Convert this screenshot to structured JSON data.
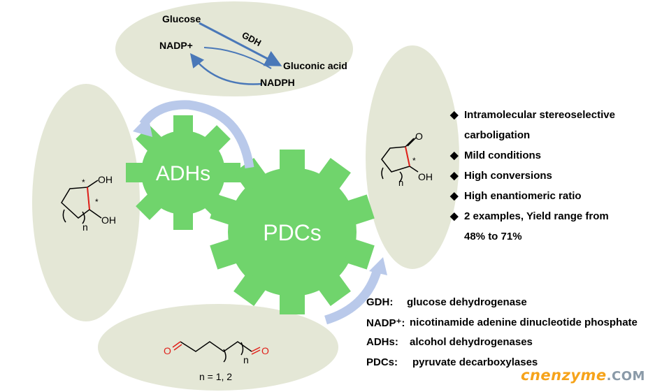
{
  "cycle": {
    "glucose": "Glucose",
    "gdh": "GDH",
    "nadp_plus": "NADP+",
    "gluconic_acid": "Gluconic acid",
    "nadph": "NADPH"
  },
  "gears": {
    "small": "ADHs",
    "large": "PDCs"
  },
  "diol": {
    "oh_top": "OH",
    "oh_bottom": "OH",
    "star_1": "*",
    "star_2": "*",
    "n": "n"
  },
  "ketone": {
    "o": "O",
    "oh": "OH",
    "star": "*",
    "n": "n"
  },
  "dialdehyde": {
    "o_left": "O",
    "o_right": "O",
    "n": "n",
    "caption": "n = 1, 2"
  },
  "features": [
    {
      "bullet": "◆",
      "text": "Intramolecular stereoselective"
    },
    {
      "bullet": "",
      "text": "carboligation"
    },
    {
      "bullet": "◆",
      "text": "Mild conditions"
    },
    {
      "bullet": "◆",
      "text": "High conversions"
    },
    {
      "bullet": "◆",
      "text": "High enantiomeric ratio"
    },
    {
      "bullet": "◆",
      "text": "2 examples, Yield range from"
    },
    {
      "bullet": "",
      "text": "48% to 71%"
    }
  ],
  "abbreviations": [
    {
      "key": "GDH:",
      "value": "glucose dehydrogenase"
    },
    {
      "key": "NADP⁺:",
      "value": "nicotinamide adenine dinucleotide phosphate"
    },
    {
      "key": "ADHs:",
      "value": "alcohol dehydrogenases"
    },
    {
      "key": "PDCs:",
      "value": "pyruvate decarboxylases"
    }
  ],
  "watermark": {
    "brand": "cnenzyme",
    "suffix": ".COM"
  },
  "colors": {
    "ellipse": "#e4e7d6",
    "gear": "#70d46c",
    "cycle_arrow": "#4a78b8",
    "curved_arrow": "#b9c9ea",
    "red_bond": "#e0201a"
  }
}
